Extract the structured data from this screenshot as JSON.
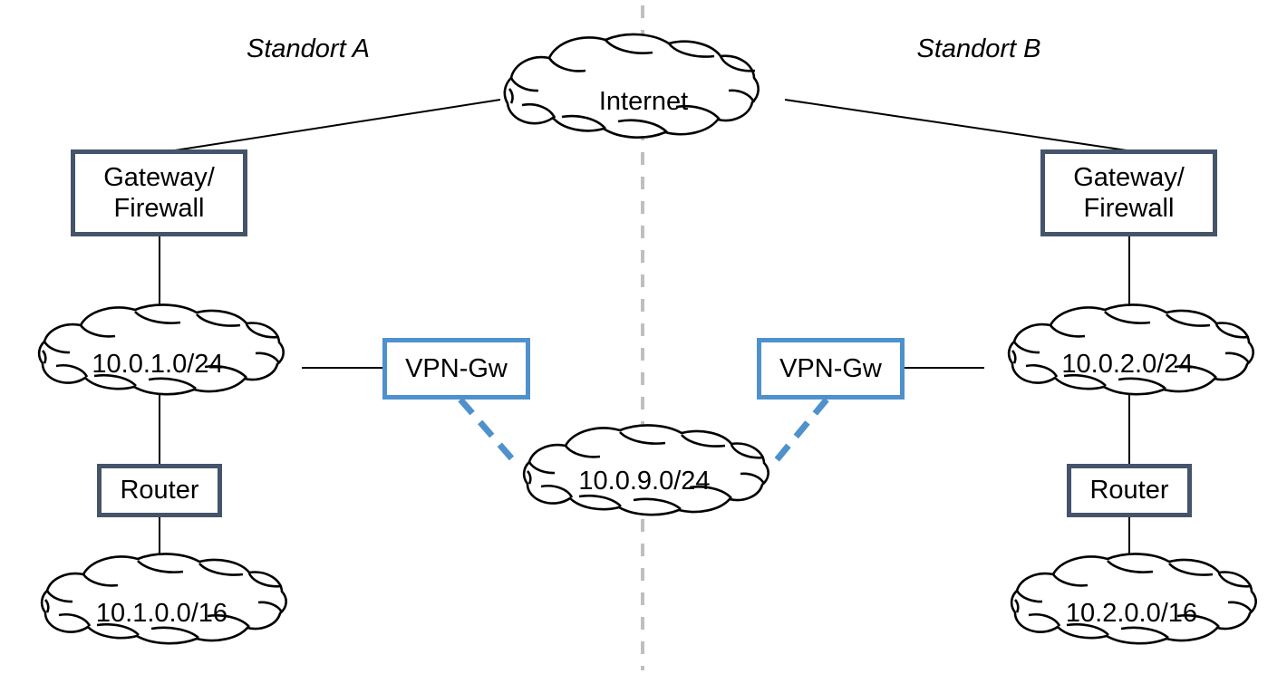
{
  "diagram": {
    "title_left": "Standort A",
    "title_right": "Standort B",
    "divider": "vertical-dashed-site-separator",
    "colors": {
      "box_dark": "#44546A",
      "box_blue": "#4E91CD",
      "link_line": "#000000",
      "vpn_tunnel": "#4E91CD",
      "divider": "#BFBFBF",
      "background": "#FFFFFF"
    }
  },
  "nodes": {
    "internet": {
      "label": "Internet",
      "shape": "cloud"
    },
    "gateway_a": {
      "label_line1": "Gateway/",
      "label_line2": "Firewall",
      "shape": "box",
      "style": "dark"
    },
    "gateway_b": {
      "label_line1": "Gateway/",
      "label_line2": "Firewall",
      "shape": "box",
      "style": "dark"
    },
    "router_a": {
      "label": "Router",
      "shape": "box",
      "style": "dark"
    },
    "router_b": {
      "label": "Router",
      "shape": "box",
      "style": "dark"
    },
    "vpn_gw_a": {
      "label": "VPN-Gw",
      "shape": "box",
      "style": "blue"
    },
    "vpn_gw_b": {
      "label": "VPN-Gw",
      "shape": "box",
      "style": "blue"
    },
    "net_a_mgmt": {
      "label": "10.0.1.0/24",
      "shape": "cloud"
    },
    "net_b_mgmt": {
      "label": "10.0.2.0/24",
      "shape": "cloud"
    },
    "net_a_lan": {
      "label": "10.1.0.0/16",
      "shape": "cloud"
    },
    "net_b_lan": {
      "label": "10.2.0.0/16",
      "shape": "cloud"
    },
    "net_tunnel": {
      "label": "10.0.9.0/24",
      "shape": "cloud"
    }
  },
  "links": [
    {
      "from": "internet",
      "to": "gateway_a",
      "style": "solid"
    },
    {
      "from": "internet",
      "to": "gateway_b",
      "style": "solid"
    },
    {
      "from": "gateway_a",
      "to": "net_a_mgmt",
      "style": "solid"
    },
    {
      "from": "gateway_b",
      "to": "net_b_mgmt",
      "style": "solid"
    },
    {
      "from": "net_a_mgmt",
      "to": "router_a",
      "style": "solid"
    },
    {
      "from": "net_b_mgmt",
      "to": "router_b",
      "style": "solid"
    },
    {
      "from": "router_a",
      "to": "net_a_lan",
      "style": "solid"
    },
    {
      "from": "router_b",
      "to": "net_b_lan",
      "style": "solid"
    },
    {
      "from": "net_a_mgmt",
      "to": "vpn_gw_a",
      "style": "solid"
    },
    {
      "from": "net_b_mgmt",
      "to": "vpn_gw_b",
      "style": "solid"
    },
    {
      "from": "vpn_gw_a",
      "to": "net_tunnel",
      "style": "dashed"
    },
    {
      "from": "vpn_gw_b",
      "to": "net_tunnel",
      "style": "dashed"
    }
  ]
}
